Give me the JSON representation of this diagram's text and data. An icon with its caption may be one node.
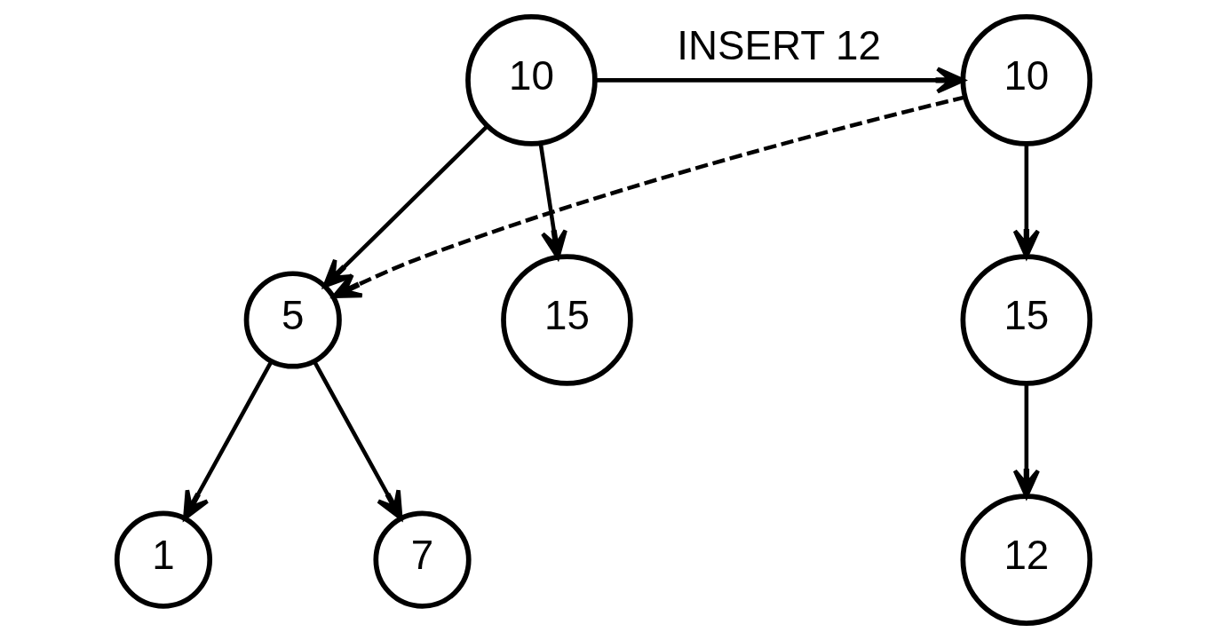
{
  "diagram": {
    "nodes": [
      {
        "text": [
          "10"
        ]
      },
      {
        "text": [
          "10"
        ]
      },
      {
        "text": [
          "5"
        ]
      },
      {
        "text": [
          "15"
        ]
      },
      {
        "text": [
          "15"
        ]
      },
      {
        "text": [
          "1"
        ]
      },
      {
        "text": [
          "7"
        ]
      },
      {
        "text": [
          "12"
        ]
      }
    ],
    "edges": [
      {
        "from": 0,
        "to": 1,
        "arrow": "to",
        "label": "INSERT 12"
      },
      {
        "from": 0,
        "to": 2,
        "arrow": "to"
      },
      {
        "from": 0,
        "to": 3,
        "arrow": "to"
      },
      {
        "from": 1,
        "to": 2,
        "arrow": "to",
        "style": "dashed"
      },
      {
        "from": 1,
        "to": 4,
        "arrow": "to"
      },
      {
        "from": 2,
        "to": 5,
        "arrow": "to"
      },
      {
        "from": 2,
        "to": 6,
        "arrow": "to"
      },
      {
        "from": 4,
        "to": 7,
        "arrow": "to"
      }
    ]
  }
}
